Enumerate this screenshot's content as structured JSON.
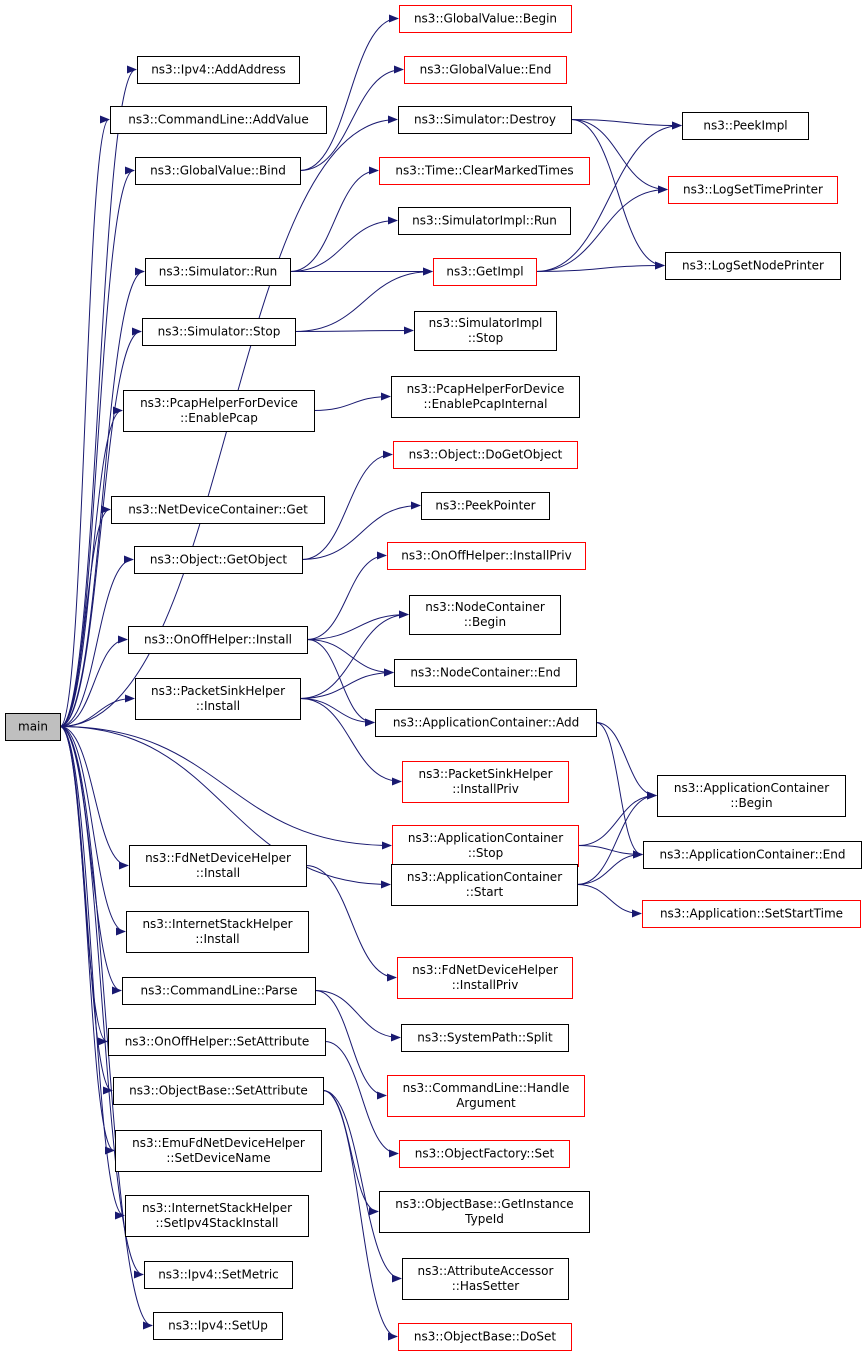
{
  "colors": {
    "edge": "#191970",
    "normal_border": "#000000",
    "red_border": "#ff0000",
    "root_fill": "#bfbfbf"
  },
  "nodes": [
    {
      "id": "main",
      "label": [
        "main"
      ],
      "style": "root"
    },
    {
      "id": "ipv4_addaddress",
      "label": [
        "ns3::Ipv4::AddAddress"
      ],
      "style": "normal"
    },
    {
      "id": "cmdline_addvalue",
      "label": [
        "ns3::CommandLine::AddValue"
      ],
      "style": "normal"
    },
    {
      "id": "globalvalue_bind",
      "label": [
        "ns3::GlobalValue::Bind"
      ],
      "style": "normal"
    },
    {
      "id": "globalvalue_begin",
      "label": [
        "ns3::GlobalValue::Begin"
      ],
      "style": "red"
    },
    {
      "id": "globalvalue_end",
      "label": [
        "ns3::GlobalValue::End"
      ],
      "style": "red"
    },
    {
      "id": "simulator_destroy",
      "label": [
        "ns3::Simulator::Destroy"
      ],
      "style": "normal"
    },
    {
      "id": "peekimpl",
      "label": [
        "ns3::PeekImpl"
      ],
      "style": "normal"
    },
    {
      "id": "logsettimeprinter",
      "label": [
        "ns3::LogSetTimePrinter"
      ],
      "style": "red"
    },
    {
      "id": "logsetnodeprinter",
      "label": [
        "ns3::LogSetNodePrinter"
      ],
      "style": "normal"
    },
    {
      "id": "time_clearmarkedtimes",
      "label": [
        "ns3::Time::ClearMarkedTimes"
      ],
      "style": "red"
    },
    {
      "id": "simulatorimpl_run",
      "label": [
        "ns3::SimulatorImpl::Run"
      ],
      "style": "normal"
    },
    {
      "id": "simulator_run",
      "label": [
        "ns3::Simulator::Run"
      ],
      "style": "normal"
    },
    {
      "id": "getimpl",
      "label": [
        "ns3::GetImpl"
      ],
      "style": "red"
    },
    {
      "id": "simulator_stop",
      "label": [
        "ns3::Simulator::Stop"
      ],
      "style": "normal"
    },
    {
      "id": "simulatorimpl_stop",
      "label": [
        "ns3::SimulatorImpl",
        "::Stop"
      ],
      "style": "normal"
    },
    {
      "id": "pcaphelper_enablepcap",
      "label": [
        "ns3::PcapHelperForDevice",
        "::EnablePcap"
      ],
      "style": "normal"
    },
    {
      "id": "pcaphelper_enablepcapinternal",
      "label": [
        "ns3::PcapHelperForDevice",
        "::EnablePcapInternal"
      ],
      "style": "normal"
    },
    {
      "id": "object_dogetobject",
      "label": [
        "ns3::Object::DoGetObject"
      ],
      "style": "red"
    },
    {
      "id": "netdevicecontainer_get",
      "label": [
        "ns3::NetDeviceContainer::Get"
      ],
      "style": "normal"
    },
    {
      "id": "peekpointer",
      "label": [
        "ns3::PeekPointer"
      ],
      "style": "normal"
    },
    {
      "id": "object_getobject",
      "label": [
        "ns3::Object::GetObject"
      ],
      "style": "normal"
    },
    {
      "id": "onoffhelper_installpriv",
      "label": [
        "ns3::OnOffHelper::InstallPriv"
      ],
      "style": "red"
    },
    {
      "id": "onoffhelper_install",
      "label": [
        "ns3::OnOffHelper::Install"
      ],
      "style": "normal"
    },
    {
      "id": "nodecontainer_begin",
      "label": [
        "ns3::NodeContainer",
        "::Begin"
      ],
      "style": "normal"
    },
    {
      "id": "nodecontainer_end",
      "label": [
        "ns3::NodeContainer::End"
      ],
      "style": "normal"
    },
    {
      "id": "packetsinkhelper_install",
      "label": [
        "ns3::PacketSinkHelper",
        "::Install"
      ],
      "style": "normal"
    },
    {
      "id": "appcontainer_add",
      "label": [
        "ns3::ApplicationContainer::Add"
      ],
      "style": "normal"
    },
    {
      "id": "packetsinkhelper_installpriv",
      "label": [
        "ns3::PacketSinkHelper",
        "::InstallPriv"
      ],
      "style": "red"
    },
    {
      "id": "appcontainer_begin",
      "label": [
        "ns3::ApplicationContainer",
        "::Begin"
      ],
      "style": "normal"
    },
    {
      "id": "appcontainer_stop",
      "label": [
        "ns3::ApplicationContainer",
        "::Stop"
      ],
      "style": "red"
    },
    {
      "id": "appcontainer_end",
      "label": [
        "ns3::ApplicationContainer::End"
      ],
      "style": "normal"
    },
    {
      "id": "fdnetdevicehelper_install",
      "label": [
        "ns3::FdNetDeviceHelper",
        "::Install"
      ],
      "style": "normal"
    },
    {
      "id": "appcontainer_start",
      "label": [
        "ns3::ApplicationContainer",
        "::Start"
      ],
      "style": "normal"
    },
    {
      "id": "application_setstarttime",
      "label": [
        "ns3::Application::SetStartTime"
      ],
      "style": "red"
    },
    {
      "id": "internetstackhelper_install",
      "label": [
        "ns3::InternetStackHelper",
        "::Install"
      ],
      "style": "normal"
    },
    {
      "id": "fdnetdevicehelper_installpriv",
      "label": [
        "ns3::FdNetDeviceHelper",
        "::InstallPriv"
      ],
      "style": "red"
    },
    {
      "id": "cmdline_parse",
      "label": [
        "ns3::CommandLine::Parse"
      ],
      "style": "normal"
    },
    {
      "id": "systempath_split",
      "label": [
        "ns3::SystemPath::Split"
      ],
      "style": "normal"
    },
    {
      "id": "onoffhelper_setattribute",
      "label": [
        "ns3::OnOffHelper::SetAttribute"
      ],
      "style": "normal"
    },
    {
      "id": "cmdline_handleargument",
      "label": [
        "ns3::CommandLine::Handle",
        "Argument"
      ],
      "style": "red"
    },
    {
      "id": "objectbase_setattribute",
      "label": [
        "ns3::ObjectBase::SetAttribute"
      ],
      "style": "normal"
    },
    {
      "id": "objectfactory_set",
      "label": [
        "ns3::ObjectFactory::Set"
      ],
      "style": "red"
    },
    {
      "id": "emufdnetdevicehelper_setdevicename",
      "label": [
        "ns3::EmuFdNetDeviceHelper",
        "::SetDeviceName"
      ],
      "style": "normal"
    },
    {
      "id": "objectbase_getinstancetypeid",
      "label": [
        "ns3::ObjectBase::GetInstance",
        "TypeId"
      ],
      "style": "normal"
    },
    {
      "id": "internetstackhelper_setipv4stackinstall",
      "label": [
        "ns3::InternetStackHelper",
        "::SetIpv4StackInstall"
      ],
      "style": "normal"
    },
    {
      "id": "attributeaccessor_hassetter",
      "label": [
        "ns3::AttributeAccessor",
        "::HasSetter"
      ],
      "style": "normal"
    },
    {
      "id": "ipv4_setmetric",
      "label": [
        "ns3::Ipv4::SetMetric"
      ],
      "style": "normal"
    },
    {
      "id": "ipv4_setup",
      "label": [
        "ns3::Ipv4::SetUp"
      ],
      "style": "normal"
    },
    {
      "id": "objectbase_doset",
      "label": [
        "ns3::ObjectBase::DoSet"
      ],
      "style": "red"
    }
  ],
  "edges": [
    [
      "main",
      "ipv4_addaddress"
    ],
    [
      "main",
      "cmdline_addvalue"
    ],
    [
      "main",
      "globalvalue_bind"
    ],
    [
      "main",
      "simulator_destroy"
    ],
    [
      "main",
      "simulator_run"
    ],
    [
      "main",
      "simulator_stop"
    ],
    [
      "main",
      "pcaphelper_enablepcap"
    ],
    [
      "main",
      "netdevicecontainer_get"
    ],
    [
      "main",
      "object_getobject"
    ],
    [
      "main",
      "onoffhelper_install"
    ],
    [
      "main",
      "packetsinkhelper_install"
    ],
    [
      "main",
      "appcontainer_stop"
    ],
    [
      "main",
      "fdnetdevicehelper_install"
    ],
    [
      "main",
      "appcontainer_start"
    ],
    [
      "main",
      "internetstackhelper_install"
    ],
    [
      "main",
      "cmdline_parse"
    ],
    [
      "main",
      "onoffhelper_setattribute"
    ],
    [
      "main",
      "objectbase_setattribute"
    ],
    [
      "main",
      "emufdnetdevicehelper_setdevicename"
    ],
    [
      "main",
      "internetstackhelper_setipv4stackinstall"
    ],
    [
      "main",
      "ipv4_setmetric"
    ],
    [
      "main",
      "ipv4_setup"
    ],
    [
      "globalvalue_bind",
      "globalvalue_begin"
    ],
    [
      "globalvalue_bind",
      "globalvalue_end"
    ],
    [
      "simulator_destroy",
      "peekimpl"
    ],
    [
      "simulator_destroy",
      "logsettimeprinter"
    ],
    [
      "simulator_destroy",
      "logsetnodeprinter"
    ],
    [
      "simulator_run",
      "time_clearmarkedtimes"
    ],
    [
      "simulator_run",
      "simulatorimpl_run"
    ],
    [
      "simulator_run",
      "getimpl"
    ],
    [
      "getimpl",
      "peekimpl"
    ],
    [
      "getimpl",
      "logsettimeprinter"
    ],
    [
      "getimpl",
      "logsetnodeprinter"
    ],
    [
      "simulator_stop",
      "getimpl"
    ],
    [
      "simulator_stop",
      "simulatorimpl_stop"
    ],
    [
      "pcaphelper_enablepcap",
      "pcaphelper_enablepcapinternal"
    ],
    [
      "object_getobject",
      "object_dogetobject"
    ],
    [
      "object_getobject",
      "peekpointer"
    ],
    [
      "onoffhelper_install",
      "onoffhelper_installpriv"
    ],
    [
      "onoffhelper_install",
      "nodecontainer_begin"
    ],
    [
      "onoffhelper_install",
      "nodecontainer_end"
    ],
    [
      "onoffhelper_install",
      "appcontainer_add"
    ],
    [
      "packetsinkhelper_install",
      "nodecontainer_begin"
    ],
    [
      "packetsinkhelper_install",
      "nodecontainer_end"
    ],
    [
      "packetsinkhelper_install",
      "appcontainer_add"
    ],
    [
      "packetsinkhelper_install",
      "packetsinkhelper_installpriv"
    ],
    [
      "appcontainer_add",
      "appcontainer_begin"
    ],
    [
      "appcontainer_add",
      "appcontainer_end"
    ],
    [
      "appcontainer_stop",
      "appcontainer_begin"
    ],
    [
      "appcontainer_stop",
      "appcontainer_end"
    ],
    [
      "appcontainer_start",
      "appcontainer_begin"
    ],
    [
      "appcontainer_start",
      "appcontainer_end"
    ],
    [
      "appcontainer_start",
      "application_setstarttime"
    ],
    [
      "fdnetdevicehelper_install",
      "fdnetdevicehelper_installpriv"
    ],
    [
      "cmdline_parse",
      "systempath_split"
    ],
    [
      "cmdline_parse",
      "cmdline_handleargument"
    ],
    [
      "onoffhelper_setattribute",
      "objectfactory_set"
    ],
    [
      "objectbase_setattribute",
      "objectbase_getinstancetypeid"
    ],
    [
      "objectbase_setattribute",
      "attributeaccessor_hassetter"
    ],
    [
      "objectbase_setattribute",
      "objectbase_doset"
    ]
  ]
}
